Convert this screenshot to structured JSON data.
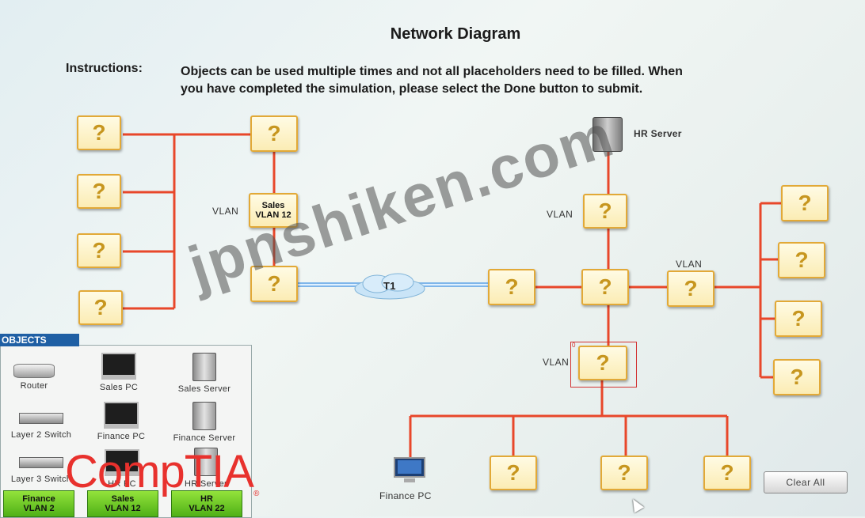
{
  "title": "Network Diagram",
  "instructions": {
    "label": "Instructions:",
    "line1": "Objects can be used multiple times and not all placeholders need to be filled. When",
    "line2": "you have completed the simulation, please select the Done button to submit."
  },
  "placeholder_text": "?",
  "sales_vlan": {
    "line1": "Sales",
    "line2": "VLAN 12"
  },
  "vlan_label": "VLAN",
  "t1_label": "T1",
  "hr_server_label": "HR Server",
  "finance_pc_label": "Finance PC",
  "selection_index": "0",
  "objects_panel": {
    "header": "OBJECTS",
    "items": [
      {
        "label": "Router",
        "icon": "router-icon"
      },
      {
        "label": "Sales PC",
        "icon": "pc-icon"
      },
      {
        "label": "Sales Server",
        "icon": "server-icon"
      },
      {
        "label": "Layer 2 Switch",
        "icon": "switch-icon"
      },
      {
        "label": "Finance PC",
        "icon": "pc-icon"
      },
      {
        "label": "Finance Server",
        "icon": "server-icon"
      },
      {
        "label": "Layer 3 Switch",
        "icon": "switch-icon"
      },
      {
        "label": "HR PC",
        "icon": "pc-icon"
      },
      {
        "label": "HR Server",
        "icon": "server-icon"
      }
    ],
    "vlan_buttons": [
      {
        "line1": "Finance",
        "line2": "VLAN 2"
      },
      {
        "line1": "Sales",
        "line2": "VLAN 12"
      },
      {
        "line1": "HR",
        "line2": "VLAN 22"
      }
    ]
  },
  "clear_all": "Clear All",
  "logo_text": "CompTIA",
  "logo_reg": "®",
  "watermark": "jpnshiken.com",
  "colors": {
    "wire": "#e8472a",
    "placeholder_border": "#e2a937",
    "vlan_button": "#6cc92a",
    "logo": "#e8312d"
  }
}
